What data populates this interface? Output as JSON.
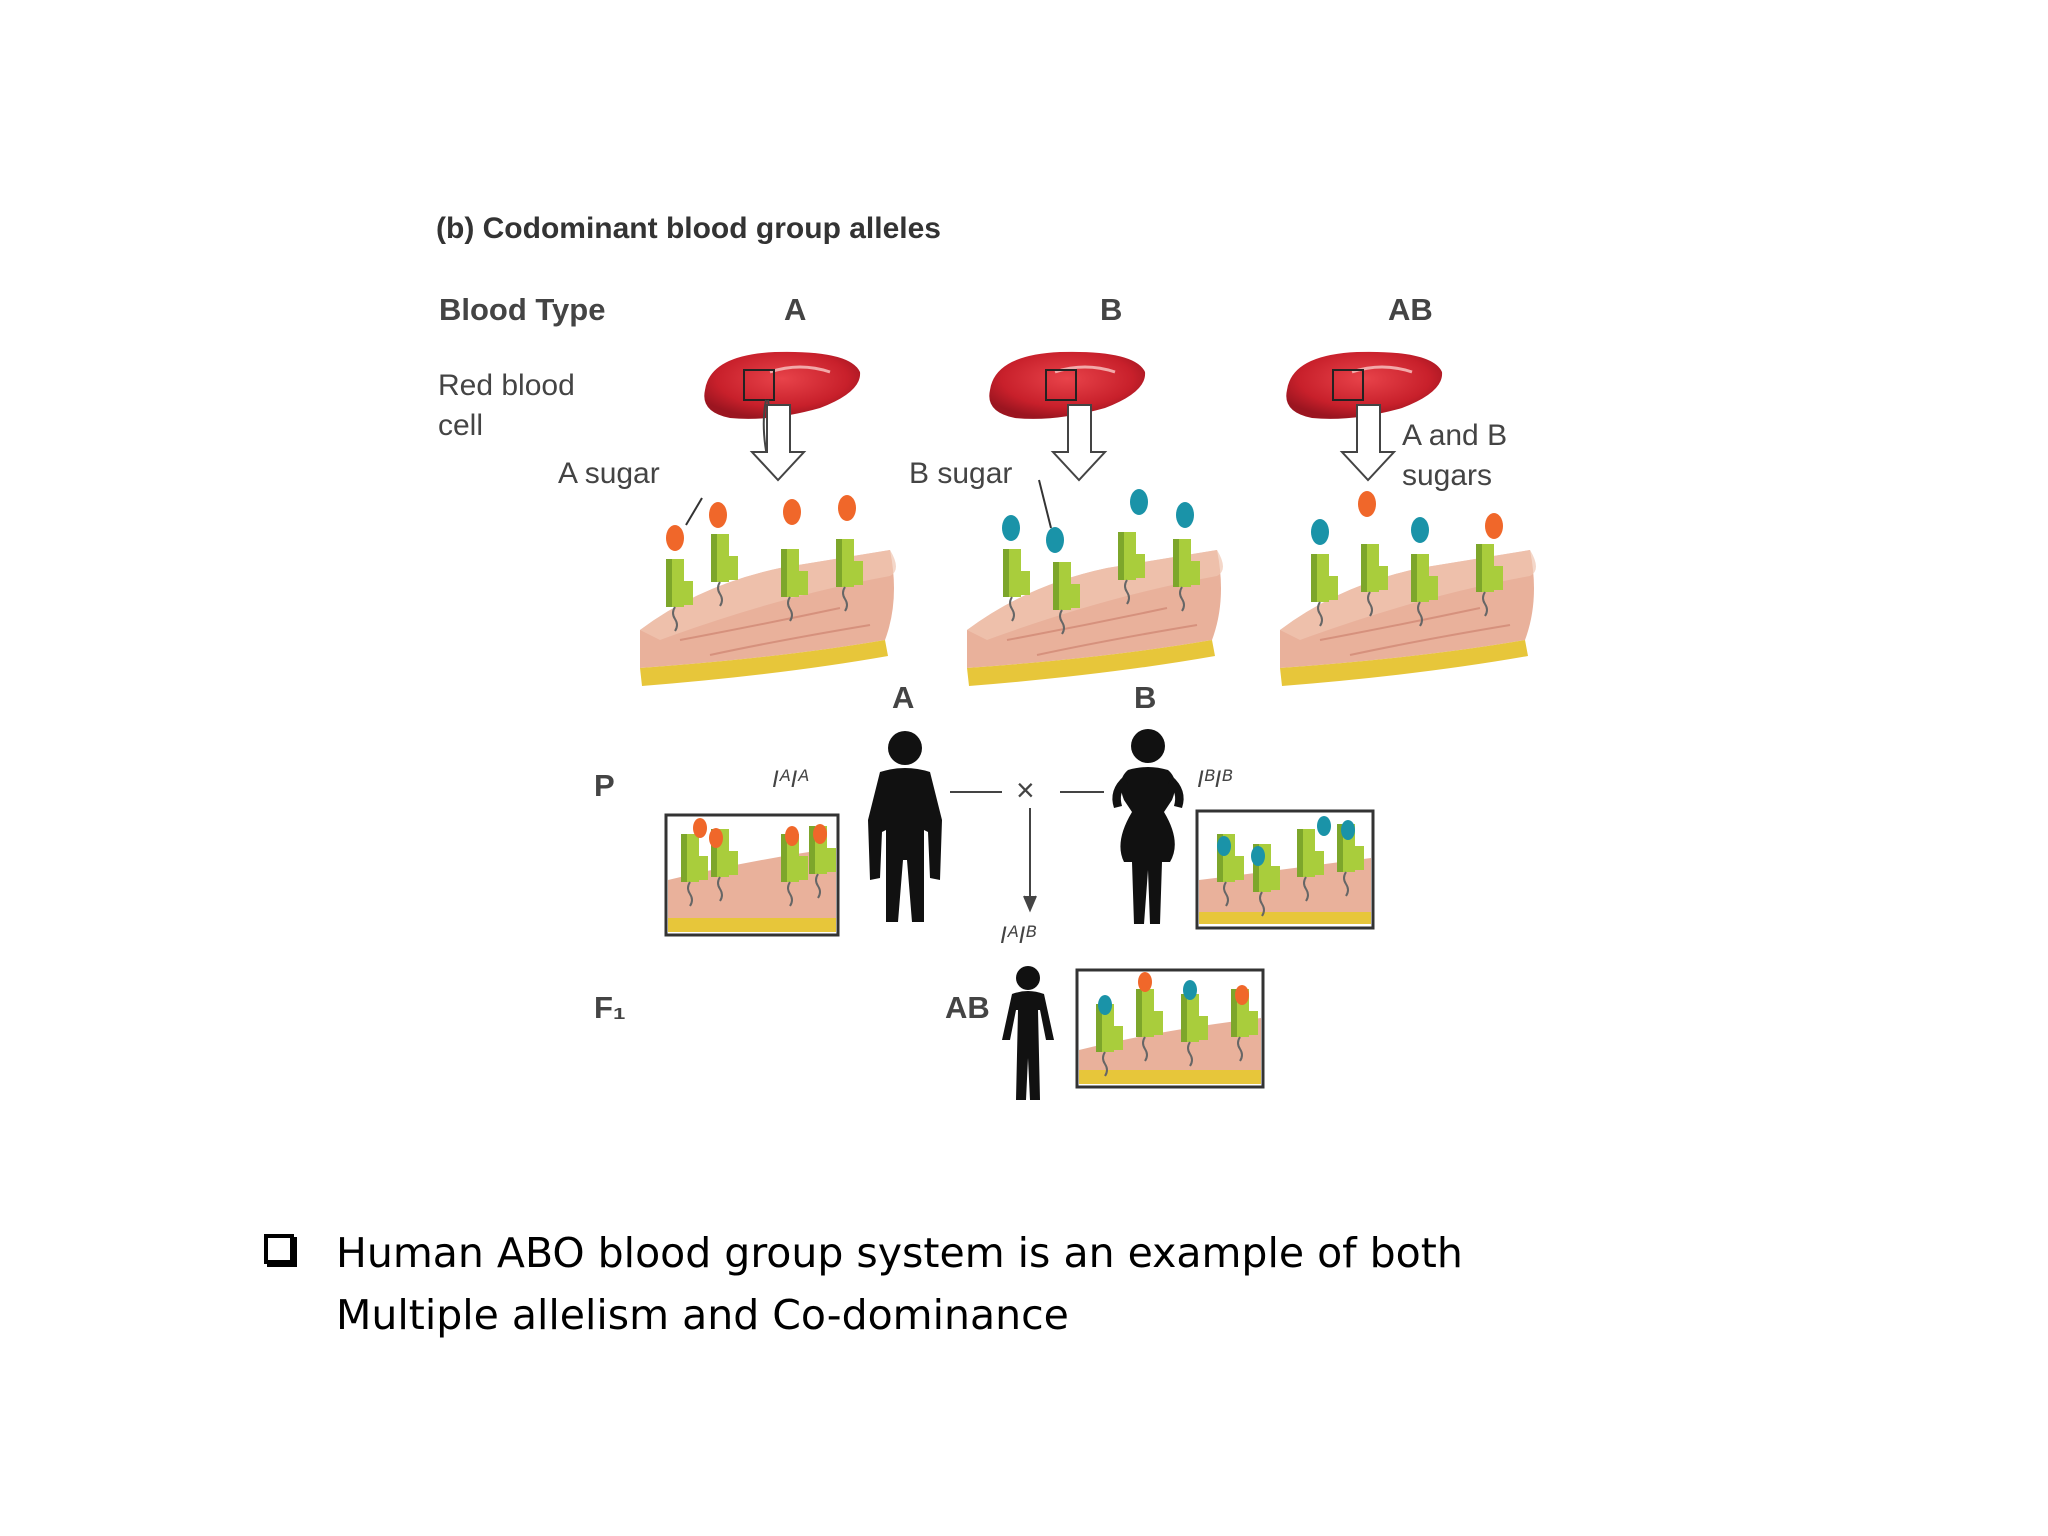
{
  "figure": {
    "panel_title": "(b) Codominant blood group alleles",
    "row_header_blood_type": "Blood Type",
    "columns": [
      "A",
      "B",
      "AB"
    ],
    "row_header_cell_line1": "Red blood",
    "row_header_cell_line2": "cell",
    "sugar_labels": {
      "a": "A sugar",
      "b": "B sugar",
      "ab_line1": "A and B",
      "ab_line2": "sugars"
    },
    "cross": {
      "parent_a_label": "A",
      "parent_b_label": "B",
      "p_label": "P",
      "f1_label": "F₁",
      "genotype_a": "IᴬIᴬ",
      "genotype_b": "IᴮIᴮ",
      "genotype_f1": "IᴬIᴮ",
      "f1_phenotype": "AB",
      "cross_symbol": "×"
    },
    "colors": {
      "a_sugar": "#f0672a",
      "b_sugar": "#1a93a8",
      "protein": "#a9cd3c",
      "membrane": "#e9b19b",
      "membrane_edge": "#e7c63a",
      "rbc": "#c8202b",
      "silhouette": "#111111"
    }
  },
  "caption": {
    "line1": "Human ABO blood group system is an example of both",
    "line2": "Multiple allelism and Co-dominance"
  }
}
